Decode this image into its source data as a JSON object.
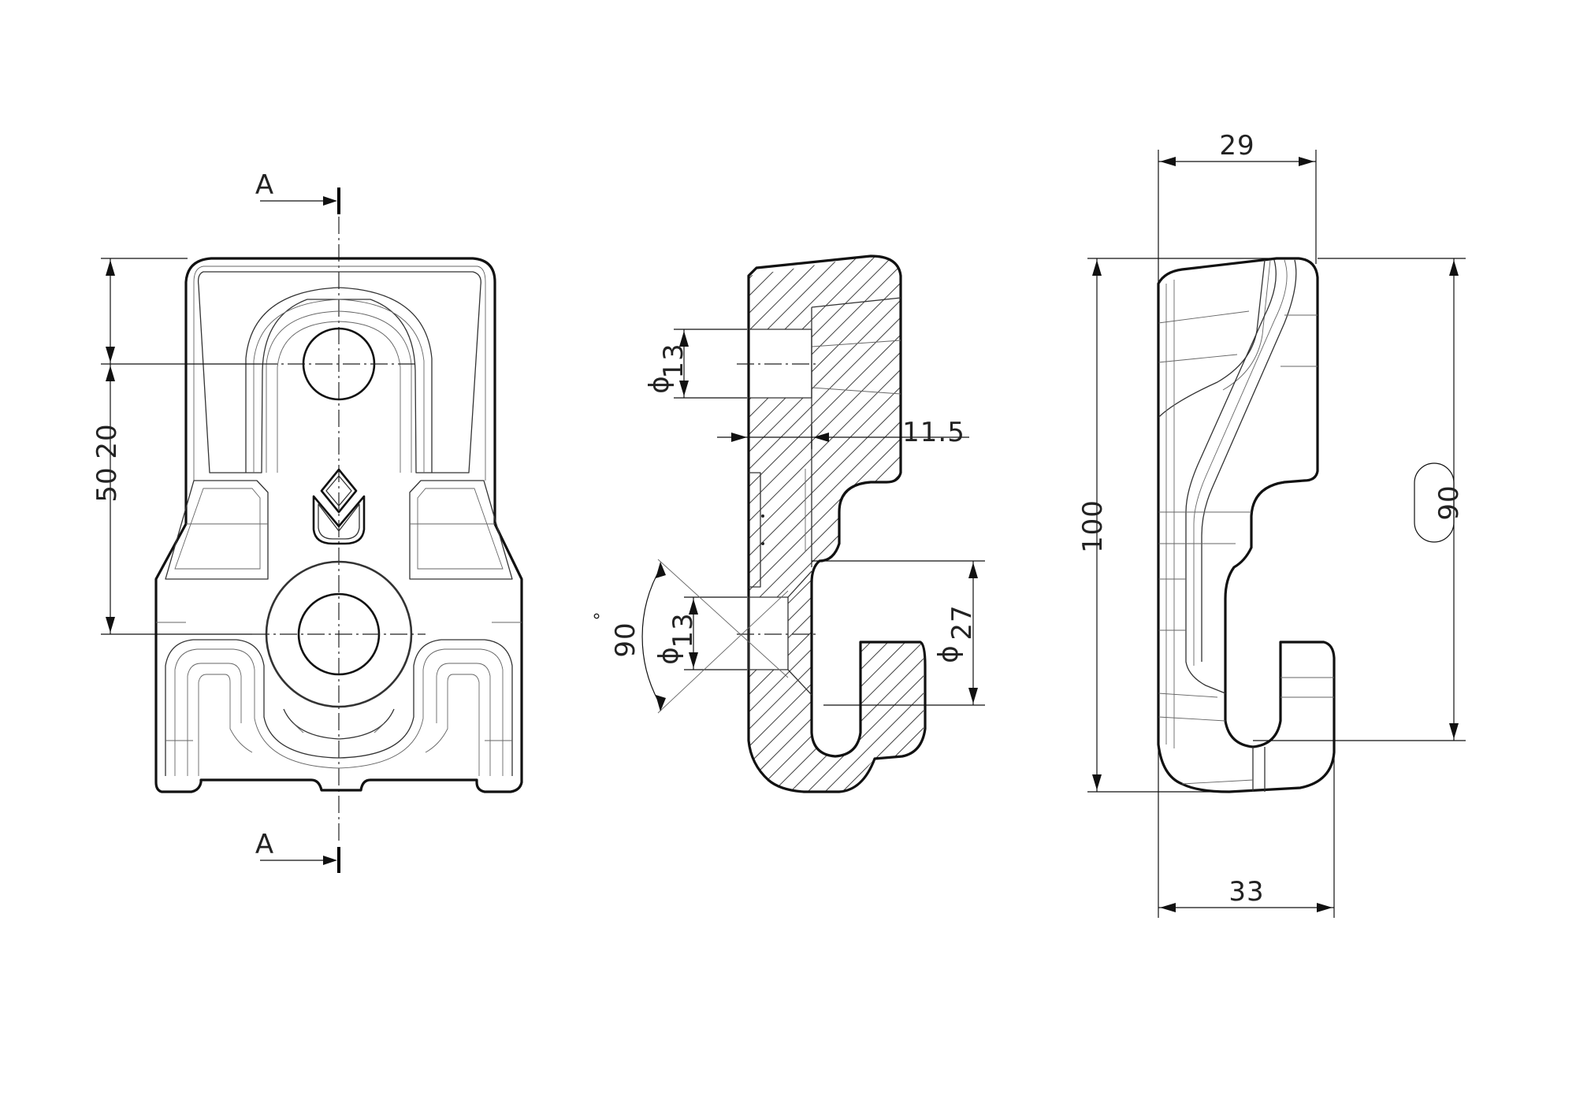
{
  "section": {
    "label_top": "A",
    "label_bottom": "A"
  },
  "front_view": {
    "dim_upper": "50",
    "dim_lower": "20"
  },
  "section_view": {
    "dia_upper_symbol": "ϕ",
    "dia_upper": "13",
    "offset": "11.5",
    "angle": "90",
    "angle_unit": "°",
    "dia_lower_symbol": "ϕ",
    "dia_lower": "13",
    "dia_hook_symbol": "ϕ",
    "dia_hook": "27"
  },
  "side_view": {
    "width_top": "29",
    "height_total": "100",
    "height_hook": "90",
    "width_bottom": "33"
  },
  "colors": {
    "line": "#111111",
    "background": "#ffffff"
  }
}
